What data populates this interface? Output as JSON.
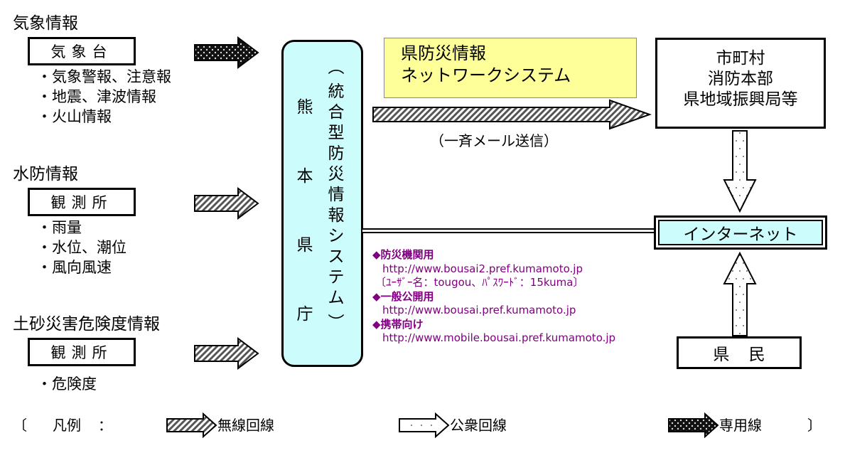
{
  "sources": [
    {
      "title": "気象情報",
      "box": "気象台",
      "items": [
        "気象警報、注意報",
        "地震、津波情報",
        "火山情報"
      ],
      "line_type": "dedicated"
    },
    {
      "title": "水防情報",
      "box": "観測所",
      "items": [
        "雨量",
        "水位、潮位",
        "風向風速"
      ],
      "line_type": "wireless"
    },
    {
      "title": "土砂災害危険度情報",
      "box": "観測所",
      "items": [
        "危険度"
      ],
      "line_type": "wireless"
    }
  ],
  "central": {
    "left_column": [
      "熊",
      "本",
      "県",
      "庁"
    ],
    "right_column": [
      "︵",
      "統",
      "合",
      "型",
      "防",
      "災",
      "情",
      "報",
      "シ",
      "ス",
      "テ",
      "ム",
      "︶"
    ]
  },
  "network_system": {
    "line1": "県防災情報",
    "line2": "ネットワークシステム",
    "note": "（一斉メール送信）"
  },
  "municipal": {
    "lines": [
      "市町村",
      "消防本部",
      "県地域振興局等"
    ]
  },
  "internet": {
    "label": "インターネット"
  },
  "citizens": {
    "label": "県 民"
  },
  "links": [
    {
      "heading": "防災機関用",
      "url": "http://www.bousai2.pref.kumamoto.jp",
      "note": "〔ﾕｰｻﾞｰ名：tougou、ﾊﾟｽﾜｰﾄﾞ：15kuma〕"
    },
    {
      "heading": "一般公開用",
      "url": "http://www.bousai.pref.kumamoto.jp"
    },
    {
      "heading": "携帯向け",
      "url": "http://www.mobile.bousai.pref.kumamoto.jp"
    }
  ],
  "legend": {
    "open_bracket": "〔",
    "title": "凡例",
    "colon": "：",
    "items": [
      {
        "label": "無線回線",
        "pattern": "hatched"
      },
      {
        "label": "公衆回線",
        "pattern": "dotted-white"
      },
      {
        "label": "専用線",
        "pattern": "dotted-black"
      }
    ],
    "close_bracket": "〕"
  },
  "colors": {
    "central_fill": "#ccfcfc",
    "internet_fill": "#ccfcfc",
    "network_fill": "#ffff99",
    "links_text": "#800080"
  }
}
